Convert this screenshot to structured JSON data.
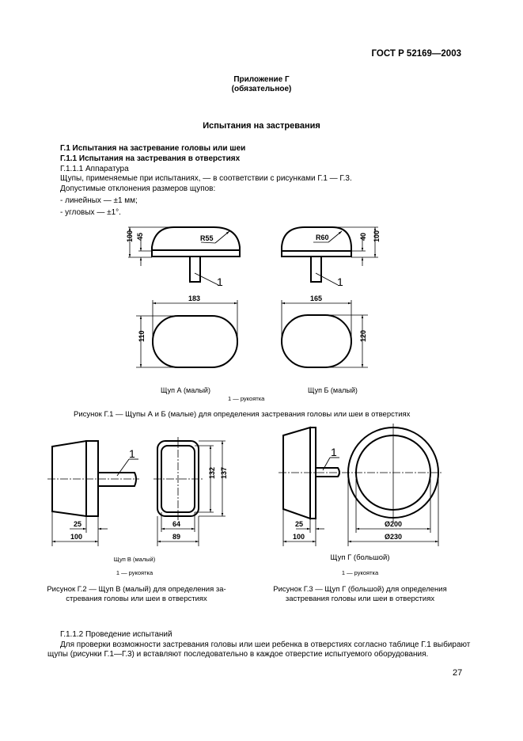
{
  "header": {
    "standard": "ГОСТ Р 52169—2003"
  },
  "appendix": {
    "title": "Приложение Г",
    "subtitle": "(обязательное)"
  },
  "section_title": "Испытания на застревания",
  "headings": {
    "g1": "Г.1  Испытания на застревание головы или шеи",
    "g11": "Г.1.1  Испытания на застревания в отверстиях",
    "g111": "Г.1.1.1  Аппаратура"
  },
  "body": {
    "p1": "Щупы, применяемые при испытаниях, — в соответствии с рисунками Г.1 — Г.3.",
    "p2": "Допустимые отклонения размеров щупов:",
    "li1": "- линейных — ±1 мм;",
    "li2": "- угловых — ±1°."
  },
  "figure1": {
    "probe_a": {
      "label": "Щуп А (малый)",
      "radius": "R55",
      "height_total": "100",
      "height_dome": "45",
      "width": "183",
      "depth": "110"
    },
    "probe_b": {
      "label": "Щуп Б (малый)",
      "radius": "R60",
      "height_total": "100",
      "height_dome": "40",
      "width": "165",
      "depth": "120"
    },
    "callout": "1",
    "legend": "1 — рукоятка",
    "caption": "Рисунок Г.1 — Щупы А и Б (малые) для определения застревания головы или шеи в отверстиях"
  },
  "figure2": {
    "label": "Щуп В (малый)",
    "dims": {
      "d25": "25",
      "d100": "100",
      "d64": "64",
      "d89": "89",
      "d132": "132",
      "d137": "137"
    },
    "callout": "1",
    "legend": "1 — рукоятка",
    "caption_l1": "Рисунок Г.2 — Щуп В (малый) для определения за-",
    "caption_l2": "стревания головы или шеи в отверстиях"
  },
  "figure3": {
    "label": "Щуп Г (большой)",
    "dims": {
      "d25": "25",
      "d100": "100",
      "d200": "Ø200",
      "d230": "Ø230"
    },
    "callout": "1",
    "legend": "1 — рукоятка",
    "caption_l1": "Рисунок Г.3 — Щуп Г (большой) для определения",
    "caption_l2": "застревания головы или шеи в отверстиях"
  },
  "procedure": {
    "heading": "Г.1.1.2  Проведение испытаний",
    "p1": "Для проверки возможности застревания головы или шеи ребенка в отверстиях согласно таблице Г.1 выбирают",
    "p2": "щупы (рисунки Г.1—Г.3) и вставляют последовательно в каждое отверстие испытуемого оборудования."
  },
  "page_number": "27"
}
